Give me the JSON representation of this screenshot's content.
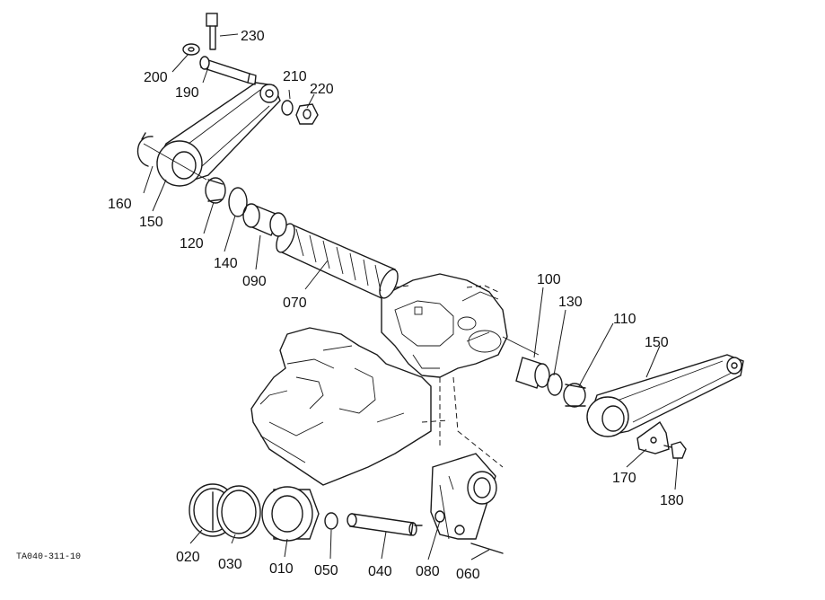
{
  "diagram": {
    "drawing_code": "TA040-311-10",
    "parts": [
      {
        "id": "p230",
        "label": "230"
      },
      {
        "id": "p200",
        "label": "200"
      },
      {
        "id": "p190",
        "label": "190"
      },
      {
        "id": "p210",
        "label": "210"
      },
      {
        "id": "p220",
        "label": "220"
      },
      {
        "id": "p160",
        "label": "160"
      },
      {
        "id": "p150a",
        "label": "150"
      },
      {
        "id": "p120",
        "label": "120"
      },
      {
        "id": "p140",
        "label": "140"
      },
      {
        "id": "p090",
        "label": "090"
      },
      {
        "id": "p070",
        "label": "070"
      },
      {
        "id": "p100",
        "label": "100"
      },
      {
        "id": "p130",
        "label": "130"
      },
      {
        "id": "p110",
        "label": "110"
      },
      {
        "id": "p150b",
        "label": "150"
      },
      {
        "id": "p170",
        "label": "170"
      },
      {
        "id": "p180",
        "label": "180"
      },
      {
        "id": "p020",
        "label": "020"
      },
      {
        "id": "p030",
        "label": "030"
      },
      {
        "id": "p010",
        "label": "010"
      },
      {
        "id": "p050",
        "label": "050"
      },
      {
        "id": "p040",
        "label": "040"
      },
      {
        "id": "p080",
        "label": "080"
      },
      {
        "id": "p060",
        "label": "060"
      }
    ]
  }
}
